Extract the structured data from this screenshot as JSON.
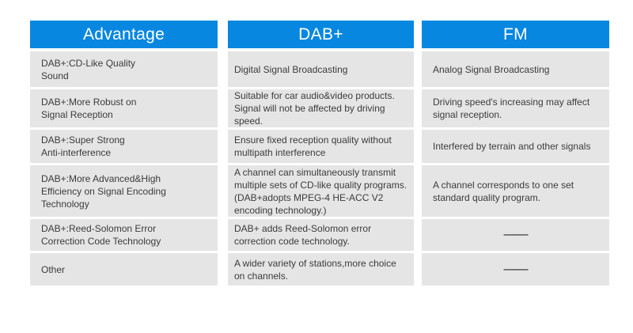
{
  "colors": {
    "header_bg": "#0787e0",
    "header_text": "#ffffff",
    "row_bg": "#e5e5e5",
    "body_text": "#3b3b3b",
    "page_bg": "#ffffff"
  },
  "chart_data": {
    "type": "table",
    "columns": [
      "Advantage",
      "DAB+",
      "FM"
    ],
    "rows": [
      [
        "DAB+:CD-Like Quality Sound",
        "Digital Signal Broadcasting",
        "Analog Signal Broadcasting"
      ],
      [
        "DAB+:More Robust on Signal Reception",
        "Suitable for car audio&video products. Signal will not be affected by driving speed.",
        "Driving speed's increasing may affect signal reception."
      ],
      [
        "DAB+:Super Strong Anti-interference",
        "Ensure fixed reception quality without multipath interference",
        "Interfered by terrain and other signals"
      ],
      [
        "DAB+:More Advanced&High Efficiency on Signal Encoding Technology",
        "A channel can simultaneously transmit multiple sets of CD-like quality programs. (DAB+adopts MPEG-4 HE-ACC V2 encoding technology.)",
        "A channel corresponds to one set standard quality program."
      ],
      [
        "DAB+:Reed-Solomon Error Correction Code Technology",
        "DAB+ adds Reed-Solomon error correction code technology.",
        "——"
      ],
      [
        "Other",
        "A wider variety of stations,more choice on channels.",
        "——"
      ]
    ],
    "legend_position": "none",
    "grid": false,
    "title": ""
  },
  "table": {
    "headers": {
      "advantage": "Advantage",
      "dab": "DAB+",
      "fm": "FM"
    },
    "display": {
      "advantage": [
        "DAB+:CD-Like Quality\nSound",
        "DAB+:More Robust on\nSignal Reception",
        "DAB+:Super Strong\nAnti-interference",
        "DAB+:More Advanced&High\nEfficiency on Signal Encoding\nTechnology",
        "DAB+:Reed-Solomon Error\nCorrection Code Technology",
        "Other"
      ],
      "dab": [
        "Digital Signal Broadcasting",
        "Suitable for car audio&video products.\nSignal will not be affected by driving\nspeed.",
        "Ensure fixed reception quality without\nmultipath interference",
        "A channel can simultaneously transmit\nmultiple sets of CD-like quality programs.\n(DAB+adopts MPEG-4 HE-ACC V2\nencoding technology.)",
        "DAB+ adds Reed-Solomon error\ncorrection code technology.",
        "A wider variety of stations,more choice\non channels."
      ],
      "fm": [
        "Analog Signal Broadcasting",
        "Driving speed's increasing may affect\nsignal reception.",
        "Interfered by terrain and other signals",
        "A channel corresponds to one set\nstandard quality program.",
        "——",
        "——"
      ]
    }
  }
}
